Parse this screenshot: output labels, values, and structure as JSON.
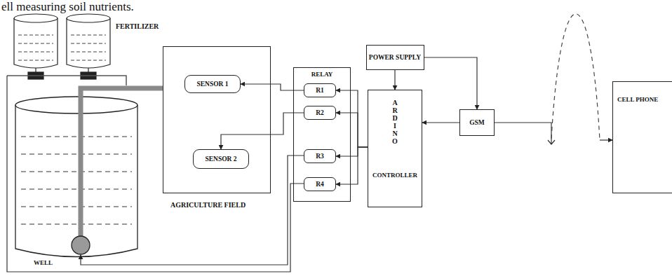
{
  "diagram": {
    "nodes": [
      {
        "text": [
          "AGRICULTURE FIELD"
        ]
      },
      {
        "text": [
          "SENSOR 1"
        ],
        "in": 0
      },
      {
        "text": [
          "SENSOR 2"
        ],
        "in": 0
      },
      {
        "text": [
          "RELAY"
        ]
      },
      {
        "text": [
          "R1"
        ],
        "in": 3
      },
      {
        "text": [
          "R2"
        ],
        "in": 3
      },
      {
        "text": [
          "R3"
        ],
        "in": 3
      },
      {
        "text": [
          "R4"
        ],
        "in": 3
      },
      {
        "text": [
          "POWER SUPPLY"
        ]
      },
      {
        "text": [
          "ARDINO",
          "CONTROLLER"
        ]
      },
      {
        "text": [
          "GSM"
        ]
      },
      {
        "text": [
          "CELL PHONE"
        ]
      }
    ],
    "edges": [
      {
        "from": 8,
        "to": 9,
        "arrow": "to"
      },
      {
        "from": 8,
        "to": 10,
        "arrow": "to"
      },
      {
        "from": 10,
        "to": 9,
        "arrow": "to"
      },
      {
        "from": 9,
        "to": 4,
        "arrow": "to"
      },
      {
        "from": 9,
        "to": 5,
        "arrow": "to"
      },
      {
        "from": 9,
        "to": 6,
        "arrow": "to"
      },
      {
        "from": 9,
        "to": 7,
        "arrow": "to"
      },
      {
        "from": 4,
        "to": 1,
        "arrow": "to"
      },
      {
        "from": 5,
        "to": 2,
        "arrow": "to"
      },
      {
        "from": 10,
        "to": 11,
        "arrow": "to"
      }
    ],
    "labels": [
      "ell measuring soil nutrients.",
      "FERTILIZER",
      "WELL"
    ]
  }
}
